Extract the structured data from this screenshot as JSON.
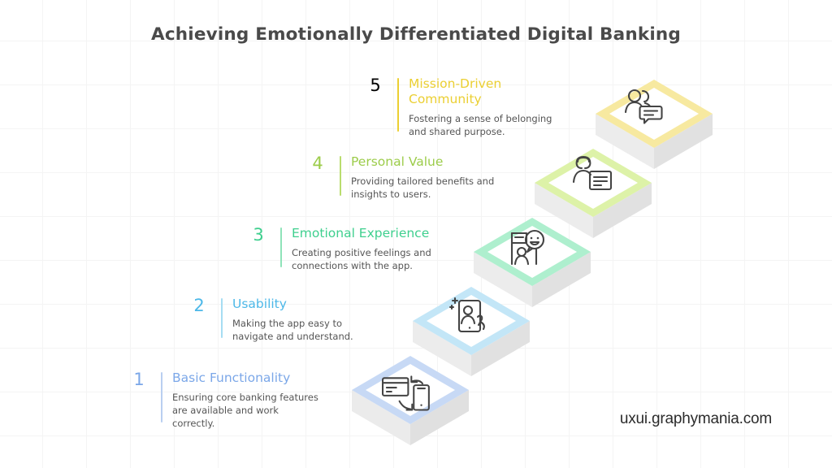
{
  "title": "Achieving Emotionally Differentiated Digital Banking",
  "watermark": "uxui.graphymania.com",
  "background": {
    "color": "#ffffff",
    "grid_color": "#f4f4f4"
  },
  "steps": [
    {
      "number": "1",
      "title": "Basic Functionality",
      "desc_lines": [
        "Ensuring core banking features",
        "are available and work",
        "correctly."
      ],
      "color": "#7ba7e8",
      "step_color": "#c7d9f5",
      "icon": "card-phone-transfer-icon"
    },
    {
      "number": "2",
      "title": "Usability",
      "desc_lines": [
        "Making the app easy to",
        "navigate and understand."
      ],
      "color": "#4db8e8",
      "step_color": "#c3e6f7",
      "icon": "phone-touch-profile-icon"
    },
    {
      "number": "3",
      "title": "Emotional Experience",
      "desc_lines": [
        "Creating positive feelings and",
        "connections with the app."
      ],
      "color": "#3ecf8e",
      "step_color": "#aeefce",
      "icon": "person-smiley-chat-icon"
    },
    {
      "number": "4",
      "title": "Personal Value",
      "desc_lines": [
        "Providing tailored benefits and",
        "insights to users."
      ],
      "color": "#9ccc4a",
      "step_color": "#ddf2a8",
      "icon": "person-document-icon"
    },
    {
      "number": "5",
      "title": "Mission-Driven Community",
      "title_lines": [
        "Mission-Driven",
        "Community"
      ],
      "desc_lines": [
        "Fostering a sense of belonging",
        "and shared purpose."
      ],
      "color": "#ebcf32",
      "step_color": "#f7e9a0",
      "icon": "community-chat-icon"
    }
  ]
}
